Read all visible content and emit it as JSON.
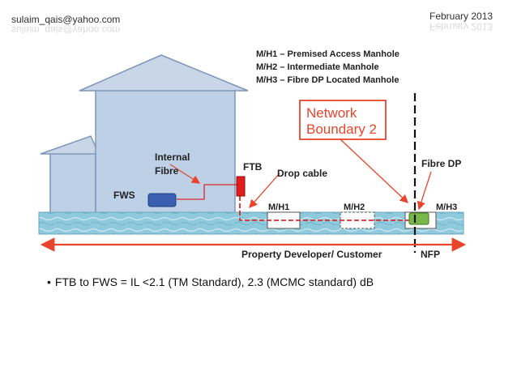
{
  "header": {
    "email": "sulaim_qais@yahoo.com",
    "date": "February 2013"
  },
  "diagram": {
    "legend": [
      "M/H1 – Premised Access Manhole",
      "M/H2 – Intermediate Manhole",
      "M/H3 – Fibre DP Located Manhole"
    ],
    "network_boundary": [
      "Network",
      "Boundary 2"
    ],
    "internal_fibre": [
      "Internal",
      "Fibre"
    ],
    "fws": "FWS",
    "ftb": "FTB",
    "drop_cable": "Drop cable",
    "fibre_dp": "Fibre DP",
    "mh1": "M/H1",
    "mh2": "M/H2",
    "mh3": "M/H3",
    "property_label": "Property Developer/ Customer",
    "nfp": "NFP"
  },
  "bullets": [
    "FTB to FWS = IL <2.1 (TM Standard), 2.3 (MCMC standard) dB"
  ],
  "colors": {
    "house_fill": "#bdd0e6",
    "house_stroke": "#7d97b8",
    "roof_fill": "#c8d6e8",
    "ground": "#8ec9dc",
    "callout_red": "#e8452c",
    "fibre_red": "#d62a2a",
    "ftb_red": "#e21b1b",
    "fws_blue": "#3a5fb0",
    "fibre_dp_green": "#78b84a"
  }
}
